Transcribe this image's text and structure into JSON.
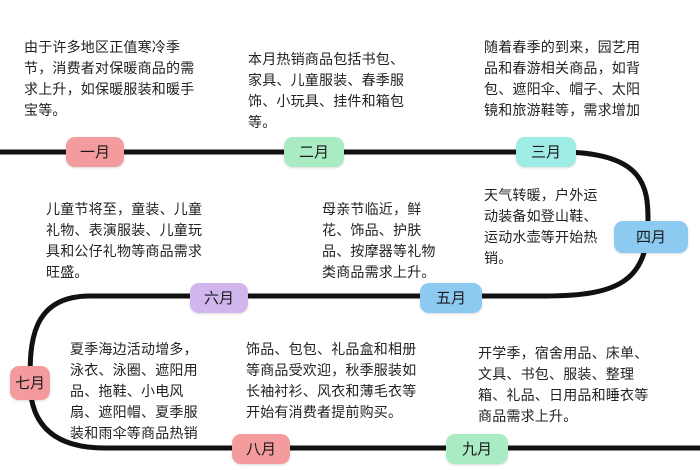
{
  "colors": {
    "track": "#111111",
    "pill_pink": "#f49b9e",
    "pill_green": "#a9ecc3",
    "pill_cyan": "#9fece6",
    "pill_blue": "#8ccaf2",
    "pill_purple": "#d1b6ee",
    "pill_orange": "#f7c79a"
  },
  "months": [
    {
      "label": "一月",
      "color": "#f49b9e"
    },
    {
      "label": "二月",
      "color": "#a9ecc3"
    },
    {
      "label": "三月",
      "color": "#9fece6"
    },
    {
      "label": "四月",
      "color": "#8ccaf2"
    },
    {
      "label": "五月",
      "color": "#8ccaf2"
    },
    {
      "label": "六月",
      "color": "#d1b6ee"
    },
    {
      "label": "七月",
      "color": "#f49b9e"
    },
    {
      "label": "八月",
      "color": "#f49b9e"
    },
    {
      "label": "九月",
      "color": "#a9ecc3"
    }
  ],
  "descriptions": [
    "由于许多地区正值寒冷季\n节，消费者对保暖商品的需\n求上升，如保暖服装和暖手\n宝等。",
    "本月热销商品包括书包、\n家具、儿童服装、春季服\n饰、小玩具、挂件和箱包\n等。",
    "随着春季的到来，园艺用\n品和春游相关商品，如背\n包、遮阳伞、帽子、太阳\n镜和旅游鞋等，需求增加",
    "天气转暖，户外运\n动装备如登山鞋、\n运动水壶等开始热\n销。",
    "母亲节临近，鲜\n花、饰品、护肤\n品、按摩器等礼物\n类商品需求上升。",
    "儿童节将至，童装、儿童\n礼物、表演服装、儿童玩\n具和公仔礼物等商品需求\n旺盛。",
    "夏季海边活动增多，\n泳衣、泳圈、遮阳用\n品、拖鞋、小电风\n扇、遮阳帽、夏季服\n装和雨伞等商品热销",
    "饰品、包包、礼品盒和相册\n等商品受欢迎，秋季服装如\n长袖衬衫、风衣和薄毛衣等\n开始有消费者提前购买。",
    "开学季，宿舍用品、床单、\n文具、书包、服装、整理\n箱、礼品、日用品和睡衣等\n商品需求上升。"
  ]
}
